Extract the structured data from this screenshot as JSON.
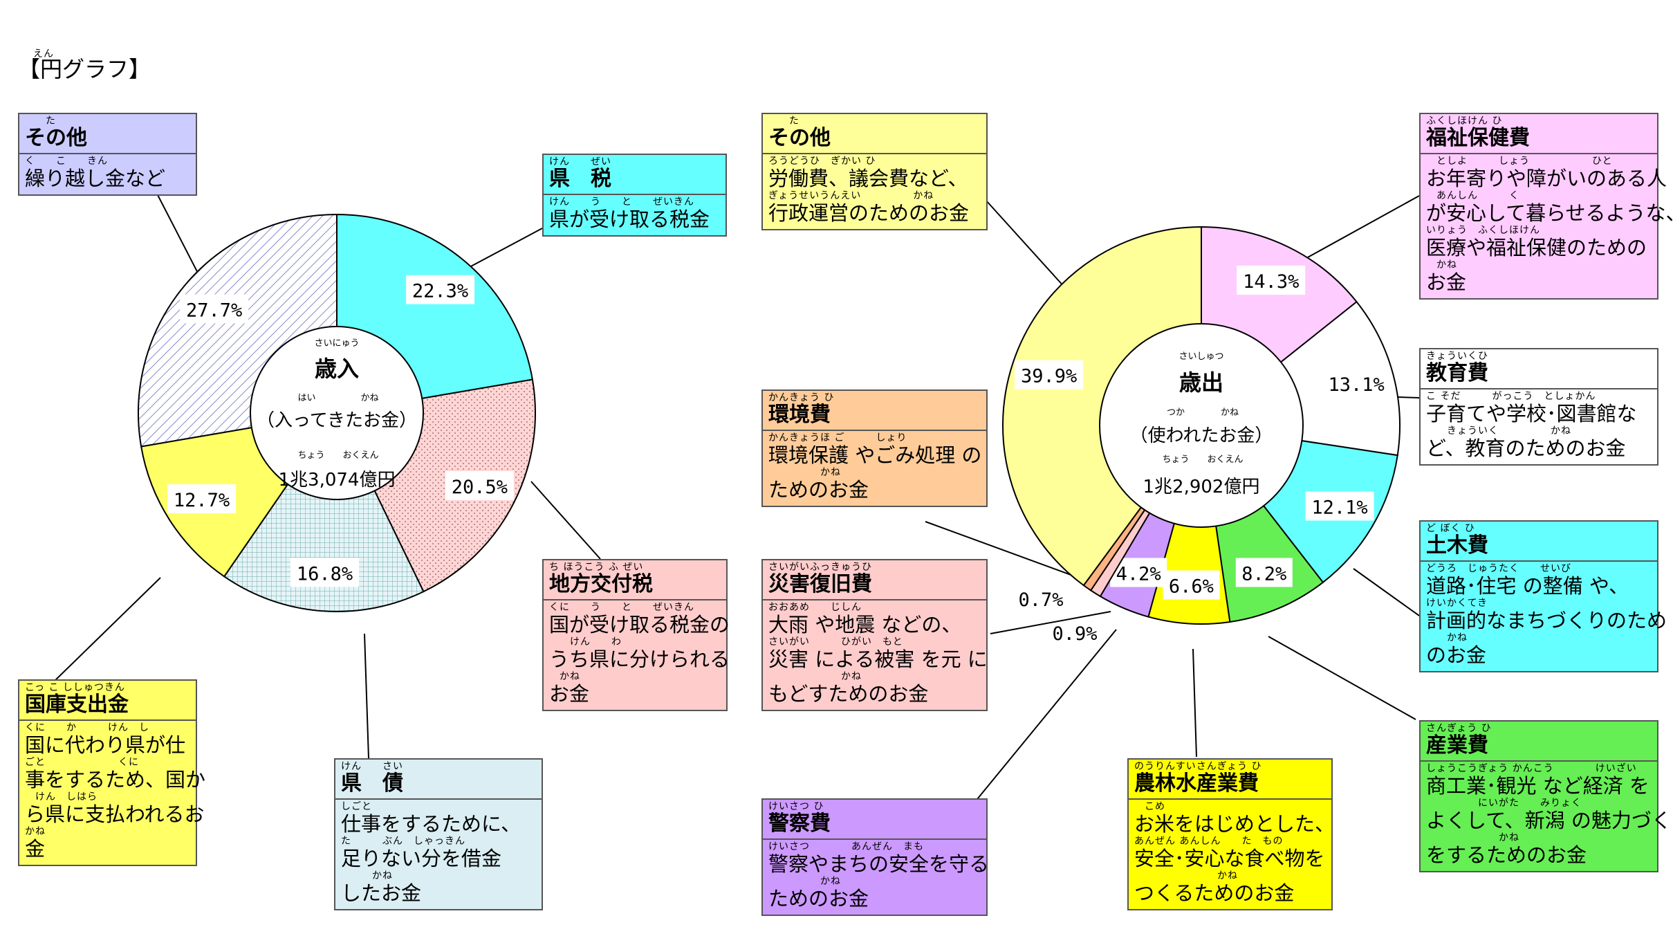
{
  "heading": {
    "ruby": "えん",
    "text": "【円グラフ】"
  },
  "chart_data": [
    {
      "type": "pie",
      "title": "歳入",
      "title_ruby": "さいにゅう",
      "subtitle": "（入ってきたお金）",
      "subtitle_ruby": "はい　　　　　かね",
      "total": "1兆3,074億円",
      "total_ruby": "ちょう　　おくえん",
      "start": "top",
      "direction": "clockwise",
      "slices": [
        {
          "name": "県税",
          "value": 22.3,
          "label": "22.3%",
          "color": "#66ffff",
          "pattern": "solid"
        },
        {
          "name": "地方交付税",
          "value": 20.5,
          "label": "20.5%",
          "color": "#ffcccc",
          "pattern": "dots"
        },
        {
          "name": "県債",
          "value": 16.8,
          "label": "16.8%",
          "color": "#daeef3",
          "pattern": "grid"
        },
        {
          "name": "国庫支出金",
          "value": 12.7,
          "label": "12.7%",
          "color": "#ffff66",
          "pattern": "solid"
        },
        {
          "name": "その他",
          "value": 27.7,
          "label": "27.7%",
          "color": "#ccccff",
          "pattern": "hatch"
        }
      ]
    },
    {
      "type": "pie",
      "title": "歳出",
      "title_ruby": "さいしゅつ",
      "subtitle": "（使われたお金）",
      "subtitle_ruby": "つか　　　　かね",
      "total": "1兆2,902億円",
      "total_ruby": "ちょう　　おくえん",
      "start": "top",
      "direction": "clockwise",
      "slices": [
        {
          "name": "福祉保健費",
          "value": 14.3,
          "label": "14.3%",
          "color": "#ffccff"
        },
        {
          "name": "教育費",
          "value": 13.1,
          "label": "13.1%",
          "color": "#ffffff"
        },
        {
          "name": "土木費",
          "value": 12.1,
          "label": "12.1%",
          "color": "#66ffff"
        },
        {
          "name": "産業費",
          "value": 8.2,
          "label": "8.2%",
          "color": "#66ee55"
        },
        {
          "name": "農林水産業費",
          "value": 6.6,
          "label": "6.6%",
          "color": "#ffff00"
        },
        {
          "name": "警察費",
          "value": 4.2,
          "label": "4.2%",
          "color": "#cc99ff"
        },
        {
          "name": "災害復旧費",
          "value": 0.9,
          "label": "0.9%",
          "color": "#ffcccc"
        },
        {
          "name": "環境費",
          "value": 0.7,
          "label": "0.7%",
          "color": "#ffb380"
        },
        {
          "name": "その他",
          "value": 39.9,
          "label": "39.9%",
          "color": "#ffff99"
        }
      ]
    }
  ],
  "boxes": {
    "rev_other": {
      "color": "#ccccff",
      "title": [
        {
          "r": "　　た",
          "t": "その他"
        }
      ],
      "body": [
        {
          "r": "く　　こ　　きん",
          "t": "繰り越し金など"
        }
      ]
    },
    "rev_tax": {
      "color": "#66ffff",
      "title": [
        {
          "r": "けん　　ぜい",
          "t": "県　税"
        }
      ],
      "body": [
        {
          "r": "けん　　う　　と　　ぜいきん",
          "t": "県が受け取る税金"
        }
      ]
    },
    "rev_koufu": {
      "color": "#ffcccc",
      "title": [
        {
          "r": "ち ほうこう ふ ぜい",
          "t": "地方交付税"
        }
      ],
      "body": [
        {
          "r": "くに　　う　　と　　ぜいきん",
          "t": "国が受け取る税金の"
        },
        {
          "r": "　　けん　　わ",
          "t": "うち県に分けられる"
        },
        {
          "r": "　かね",
          "t": "お金"
        }
      ]
    },
    "rev_bond": {
      "color": "#daeef3",
      "title": [
        {
          "r": "けん　　さい",
          "t": "県　債"
        }
      ],
      "body": [
        {
          "r": "しごと",
          "t": "仕事をするために、"
        },
        {
          "r": "た　　　ぶん　しゃっきん",
          "t": "足りない分を借金"
        },
        {
          "r": "　　　かね",
          "t": "したお金"
        }
      ]
    },
    "rev_kokko": {
      "color": "#ffff66",
      "title": [
        {
          "r": "こっ こ ししゅつきん",
          "t": "国庫支出金"
        }
      ],
      "body": [
        {
          "r": "くに　　か　　　けん　し",
          "t": "国に代わり県が仕"
        },
        {
          "r": "ごと　　　　　　　くに",
          "t": "事をするため、国か"
        },
        {
          "r": "　けん　しはら",
          "t": "ら県に支払われるお"
        },
        {
          "r": "かね",
          "t": "金"
        }
      ]
    },
    "exp_other": {
      "color": "#ffff99",
      "title": [
        {
          "r": "　　た",
          "t": "その他"
        }
      ],
      "body": [
        {
          "r": "ろうどうひ　ぎかい ひ",
          "t": "労働費、議会費など、"
        },
        {
          "r": "ぎょうせいうんえい　　　　　かね",
          "t": "行政運営のためのお金"
        }
      ]
    },
    "exp_env": {
      "color": "#ffcc99",
      "title": [
        {
          "r": "かんきょう ひ",
          "t": "環境費"
        }
      ],
      "body": [
        {
          "r": "かんきょうほ ご　　　しょり",
          "t": "環境保護 やごみ処理 の"
        },
        {
          "r": "　　　　　かね",
          "t": "ためのお金"
        }
      ]
    },
    "exp_disaster": {
      "color": "#ffcccc",
      "title": [
        {
          "r": "さいがいふっきゅうひ",
          "t": "災害復旧費"
        }
      ],
      "body": [
        {
          "r": "おおあめ　　じしん",
          "t": "大雨 や地震 などの、"
        },
        {
          "r": "さいがい　　　ひがい　もと",
          "t": "災害 による被害 を元 に"
        },
        {
          "r": "　　　　　　　かね",
          "t": "もどすためのお金"
        }
      ]
    },
    "exp_police": {
      "color": "#cc99ff",
      "title": [
        {
          "r": "けいさつ ひ",
          "t": "警察費"
        }
      ],
      "body": [
        {
          "r": "けいさつ　　　　あんぜん　まも",
          "t": "警察やまちの安全を守る"
        },
        {
          "r": "　　　　　かね",
          "t": "ためのお金"
        }
      ]
    },
    "exp_agri": {
      "color": "#ffff00",
      "title": [
        {
          "r": "のうりんすいさんぎょう ひ",
          "t": "農林水産業費"
        }
      ],
      "body": [
        {
          "r": "　こめ",
          "t": "お米をはじめとした、"
        },
        {
          "r": "あんぜん あんしん　　た　もの",
          "t": "安全･安心な食べ物を"
        },
        {
          "r": "　　　　　　　　かね",
          "t": "つくるためのお金"
        }
      ]
    },
    "exp_welfare": {
      "color": "#ffccff",
      "title": [
        {
          "r": "ふくしほけん ひ",
          "t": "福祉保健費"
        }
      ],
      "body": [
        {
          "r": "　としよ　　　しょう　　　　　　ひと",
          "t": "お年寄りや障がいのある人"
        },
        {
          "r": "　あんしん　　　く",
          "t": "が安心して暮らせるような、"
        },
        {
          "r": "いりょう　ふくしほけん",
          "t": "医療や福祉保健のための"
        },
        {
          "r": "　かね",
          "t": "お金"
        }
      ]
    },
    "exp_edu": {
      "color": "#ffffff",
      "title": [
        {
          "r": "きょういくひ",
          "t": "教育費"
        }
      ],
      "body": [
        {
          "r": "こ そだ　　　がっこう　としょかん",
          "t": "子育てや学校･図書館な"
        },
        {
          "r": "　　きょういく　　　　　かね",
          "t": "ど、教育のためのお金"
        }
      ]
    },
    "exp_civil": {
      "color": "#66ffff",
      "title": [
        {
          "r": "ど ぼく ひ",
          "t": "土木費"
        }
      ],
      "body": [
        {
          "r": "どうろ　じゅうたく　　せいび",
          "t": "道路･住宅 の整備 や、"
        },
        {
          "r": "けいかくてき",
          "t": "計画的なまちづくりのため"
        },
        {
          "r": "　　かね",
          "t": "のお金"
        }
      ]
    },
    "exp_industry": {
      "color": "#66ee55",
      "title": [
        {
          "r": "さんぎょう ひ",
          "t": "産業費"
        }
      ],
      "body": [
        {
          "r": "しょうこうぎょう かんこう　　　　けいざい",
          "t": "商工業･観光 など経済 を"
        },
        {
          "r": "　　　　　にいがた　　みりょく",
          "t": "よくして、新潟 の魅力づくり"
        },
        {
          "r": "　　　　　　　かね",
          "t": "をするためのお金"
        }
      ]
    }
  }
}
